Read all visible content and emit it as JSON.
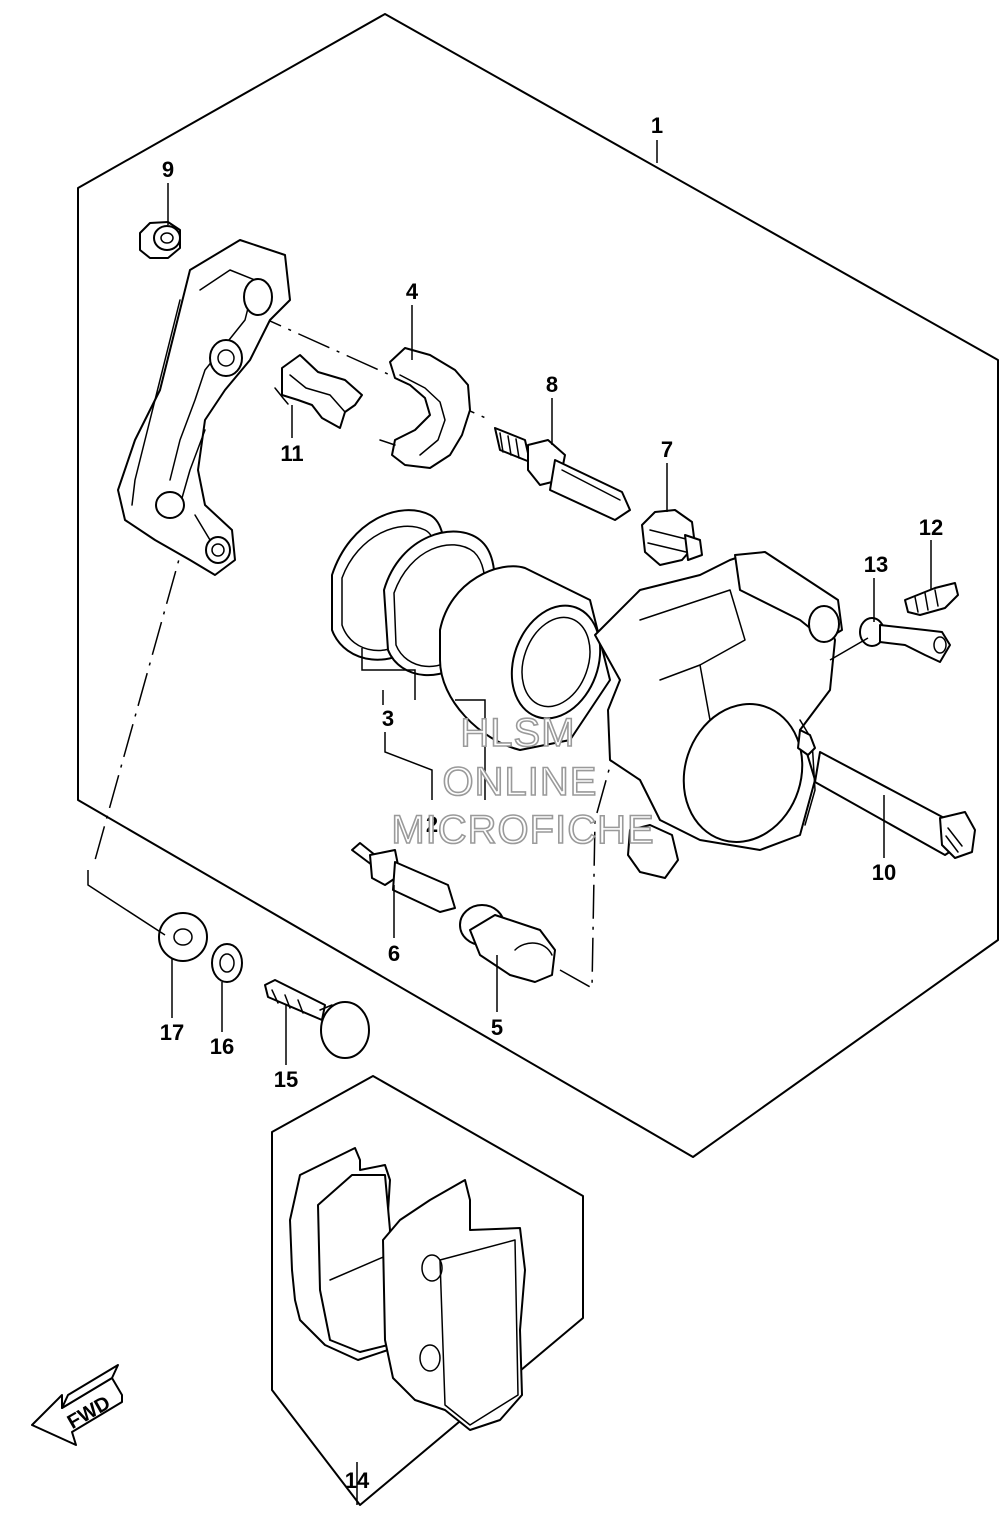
{
  "callouts": {
    "c1": "1",
    "c2": "2",
    "c3": "3",
    "c4": "4",
    "c5": "5",
    "c6": "6",
    "c7": "7",
    "c8": "8",
    "c9": "9",
    "c10": "10",
    "c11": "11",
    "c12": "12",
    "c13": "13",
    "c14": "14",
    "c15": "15",
    "c16": "16",
    "c17": "17"
  },
  "watermark": {
    "line1": "HLSM",
    "line2": "ONLINE",
    "line3": "MICROFICHE"
  },
  "direction_label": "FWD"
}
